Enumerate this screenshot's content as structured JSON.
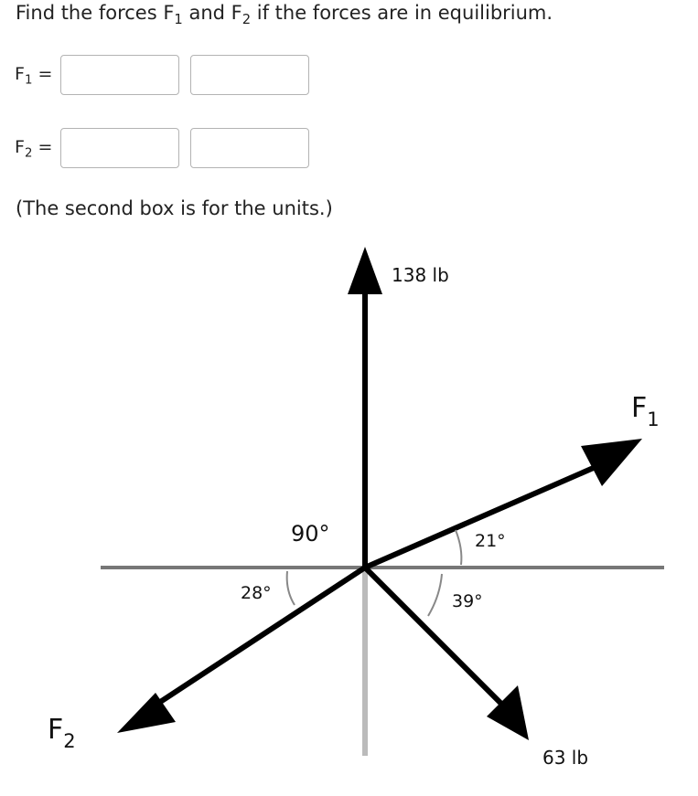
{
  "question": {
    "prefix": "Find the forces F",
    "sub1": "1",
    "middle": " and F",
    "sub2": "2",
    "suffix": " if the forces are in equilibrium."
  },
  "answers": [
    {
      "var": "F",
      "sub": "1",
      "eq": " =",
      "value": "",
      "units": ""
    },
    {
      "var": "F",
      "sub": "2",
      "eq": " =",
      "value": "",
      "units": ""
    }
  ],
  "note": "(The second box is for the units.)",
  "diagram": {
    "force_top": "138 lb",
    "force_bottom_right": "63 lb",
    "f1_label": "F",
    "f1_sub": "1",
    "f2_label": "F",
    "f2_sub": "2",
    "angle_90": "90°",
    "angle_21": "21°",
    "angle_39": "39°",
    "angle_28": "28°"
  }
}
